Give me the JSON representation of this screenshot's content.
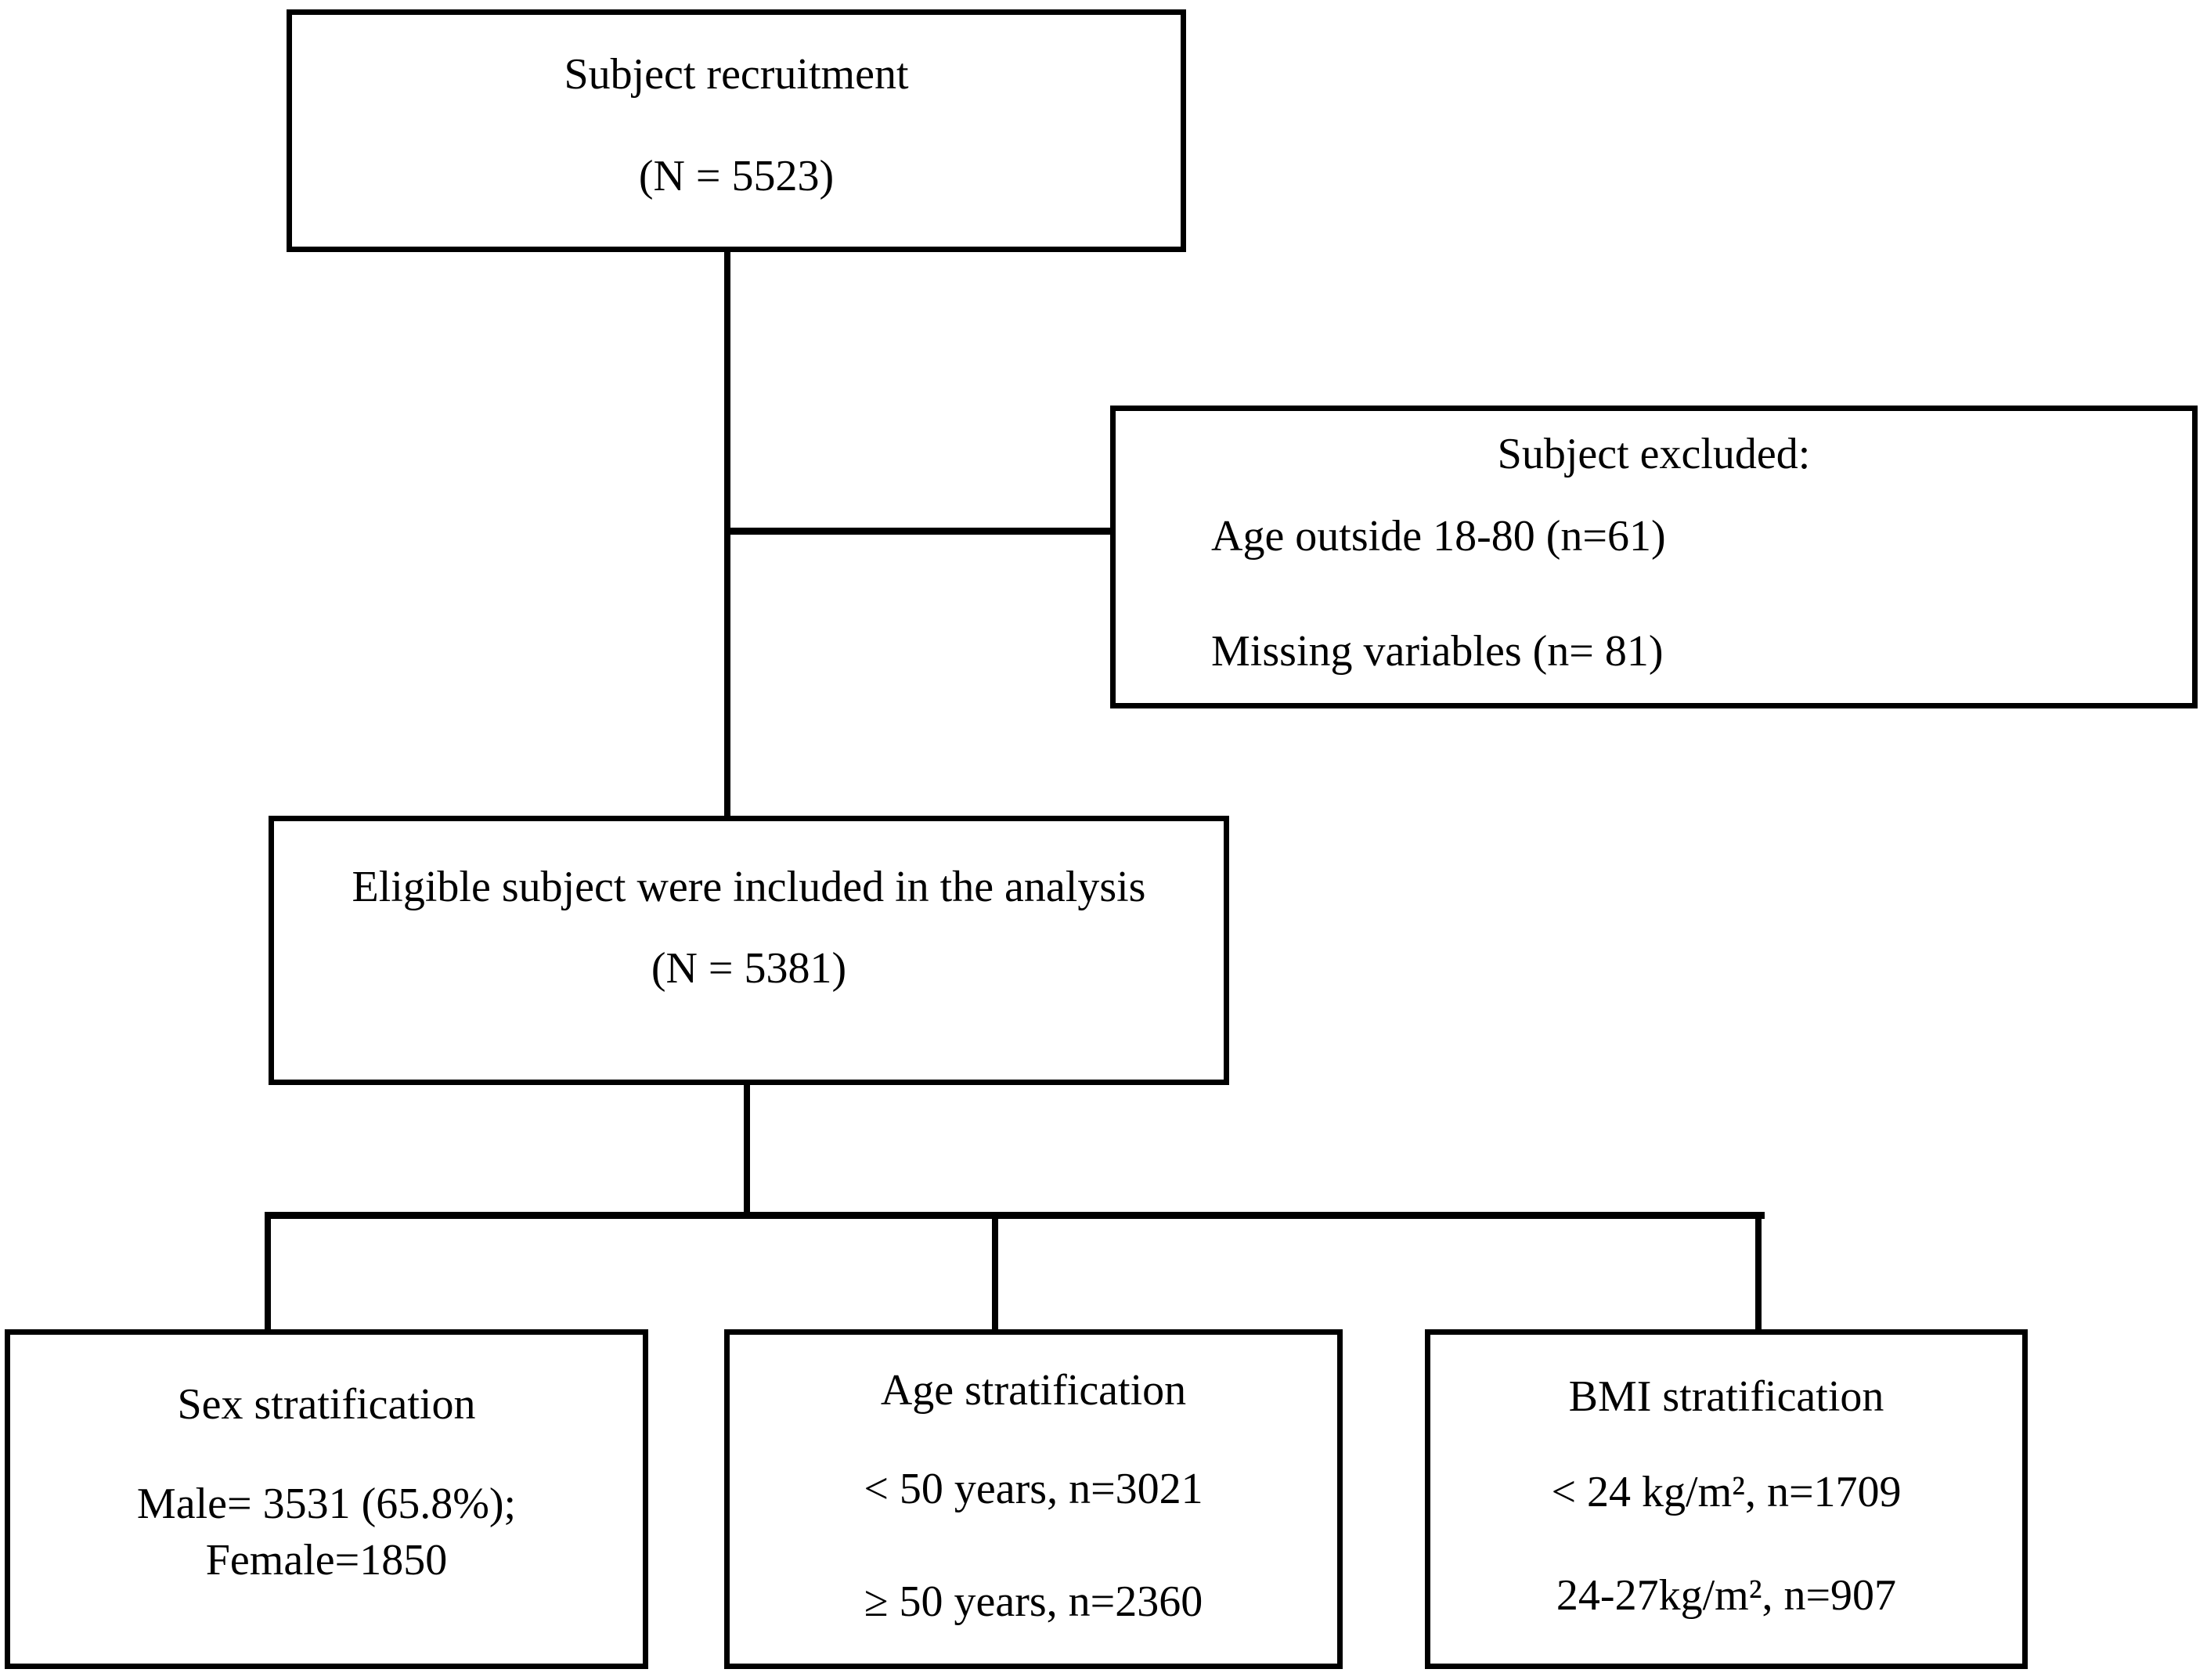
{
  "diagram": {
    "kind": "study-flowchart",
    "colors": {
      "line": "#000000",
      "text": "#000000",
      "background": "#ffffff"
    },
    "boxes": {
      "recruitment": {
        "line1": "Subject recruitment",
        "line2": "(N = 5523)"
      },
      "excluded": {
        "title": "Subject excluded:",
        "items": [
          "Age outside 18-80 (n=61)",
          "Missing variables (n= 81)"
        ]
      },
      "eligible": {
        "line1": "Eligible subject were included in the analysis",
        "line2": "(N = 5381)"
      },
      "sex": {
        "title": "Sex stratification",
        "line1": "Male= 3531 (65.8%);",
        "line2": "Female=1850"
      },
      "age": {
        "title": "Age stratification",
        "line1": "< 50 years, n=3021",
        "line2": "≥ 50 years, n=2360"
      },
      "bmi": {
        "title": "BMI stratification",
        "line1": "< 24 kg/m², n=1709",
        "line2": "24-27kg/m², n=907"
      }
    }
  }
}
